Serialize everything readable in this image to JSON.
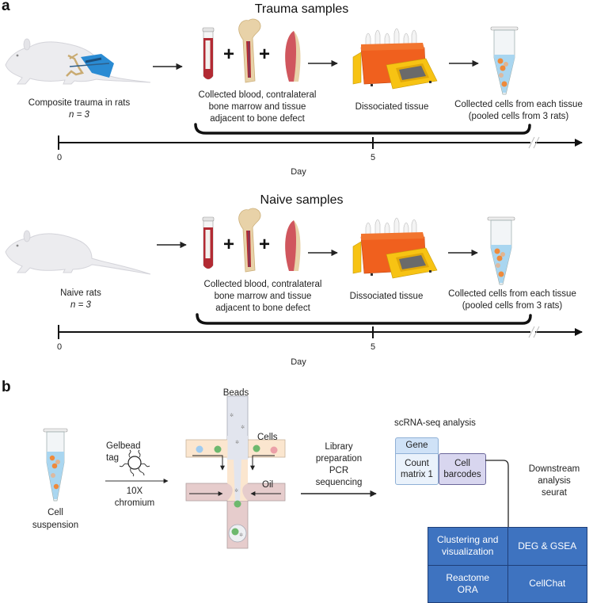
{
  "panel_a": {
    "label": "a",
    "rows": [
      {
        "title": "Trauma samples",
        "animal_caption_line1": "Composite trauma in rats",
        "animal_caption_line2": "n = 3",
        "collect_caption": [
          "Collected blood, contralateral",
          "bone marrow and tissue",
          "adjacent to bone defect"
        ],
        "dissociate_caption": "Dissociated tissue",
        "cells_caption": [
          "Collected cells from each tissue",
          "(pooled cells from 3 rats)"
        ],
        "timeline": {
          "ticks": [
            "0",
            "5"
          ],
          "axis_title": "Day"
        },
        "icons": [
          "rat-trauma-icon",
          "blood-tube-icon",
          "femur-icon",
          "muscle-tissue-icon",
          "dissociator-icon",
          "cell-tube-icon"
        ]
      },
      {
        "title": "Naive samples",
        "animal_caption_line1": "Naive rats",
        "animal_caption_line2": "n = 3",
        "collect_caption": [
          "Collected blood, contralateral",
          "bone marrow and tissue",
          "adjacent to bone defect"
        ],
        "dissociate_caption": "Dissociated tissue",
        "cells_caption": [
          "Collected cells from each tissue",
          "(pooled cells from 3 rats)"
        ],
        "timeline": {
          "ticks": [
            "0",
            "5"
          ],
          "axis_title": "Day"
        },
        "icons": [
          "rat-naive-icon",
          "blood-tube-icon",
          "femur-icon",
          "muscle-tissue-icon",
          "dissociator-icon",
          "cell-tube-icon"
        ]
      }
    ],
    "plus_symbol": "+"
  },
  "panel_b": {
    "label": "b",
    "cell_suspension": [
      "Cell",
      "suspension"
    ],
    "gelbead": [
      "Gelbead",
      "tag"
    ],
    "chromium": [
      "10X",
      "chromium"
    ],
    "microfluidics": {
      "beads": "Beads",
      "cells": "Cells",
      "oil": "Oil"
    },
    "library": [
      "Library",
      "preparation",
      "PCR",
      "sequencing"
    ],
    "analysis_title": "scRNA-seq analysis",
    "gene": "Gene",
    "count_matrix": [
      "Count",
      "matrix 1"
    ],
    "cell_barcodes": [
      "Cell",
      "barcodes"
    ],
    "downstream": [
      "Downstream",
      "analysis",
      "seurat"
    ],
    "methods": [
      [
        "Clustering and",
        "visualization"
      ],
      [
        "DEG & GSEA"
      ],
      [
        "Reactome",
        "ORA"
      ],
      [
        "CellChat"
      ]
    ]
  },
  "colors": {
    "blood": "#b22a33",
    "bone": "#e8d2a8",
    "muscle": "#d0565e",
    "dissociator_orange": "#f0601e",
    "dissociator_yellow": "#f7c313",
    "tube_liquid": "#a9d6f0",
    "cell_orange": "#ee8a3c",
    "glove_blue": "#2a8bd3",
    "method_blue": "#3e73c0",
    "method_border": "#1f3f78",
    "gene_blue": "#cfe2f7",
    "barcode_purple": "#d8d6ef"
  }
}
